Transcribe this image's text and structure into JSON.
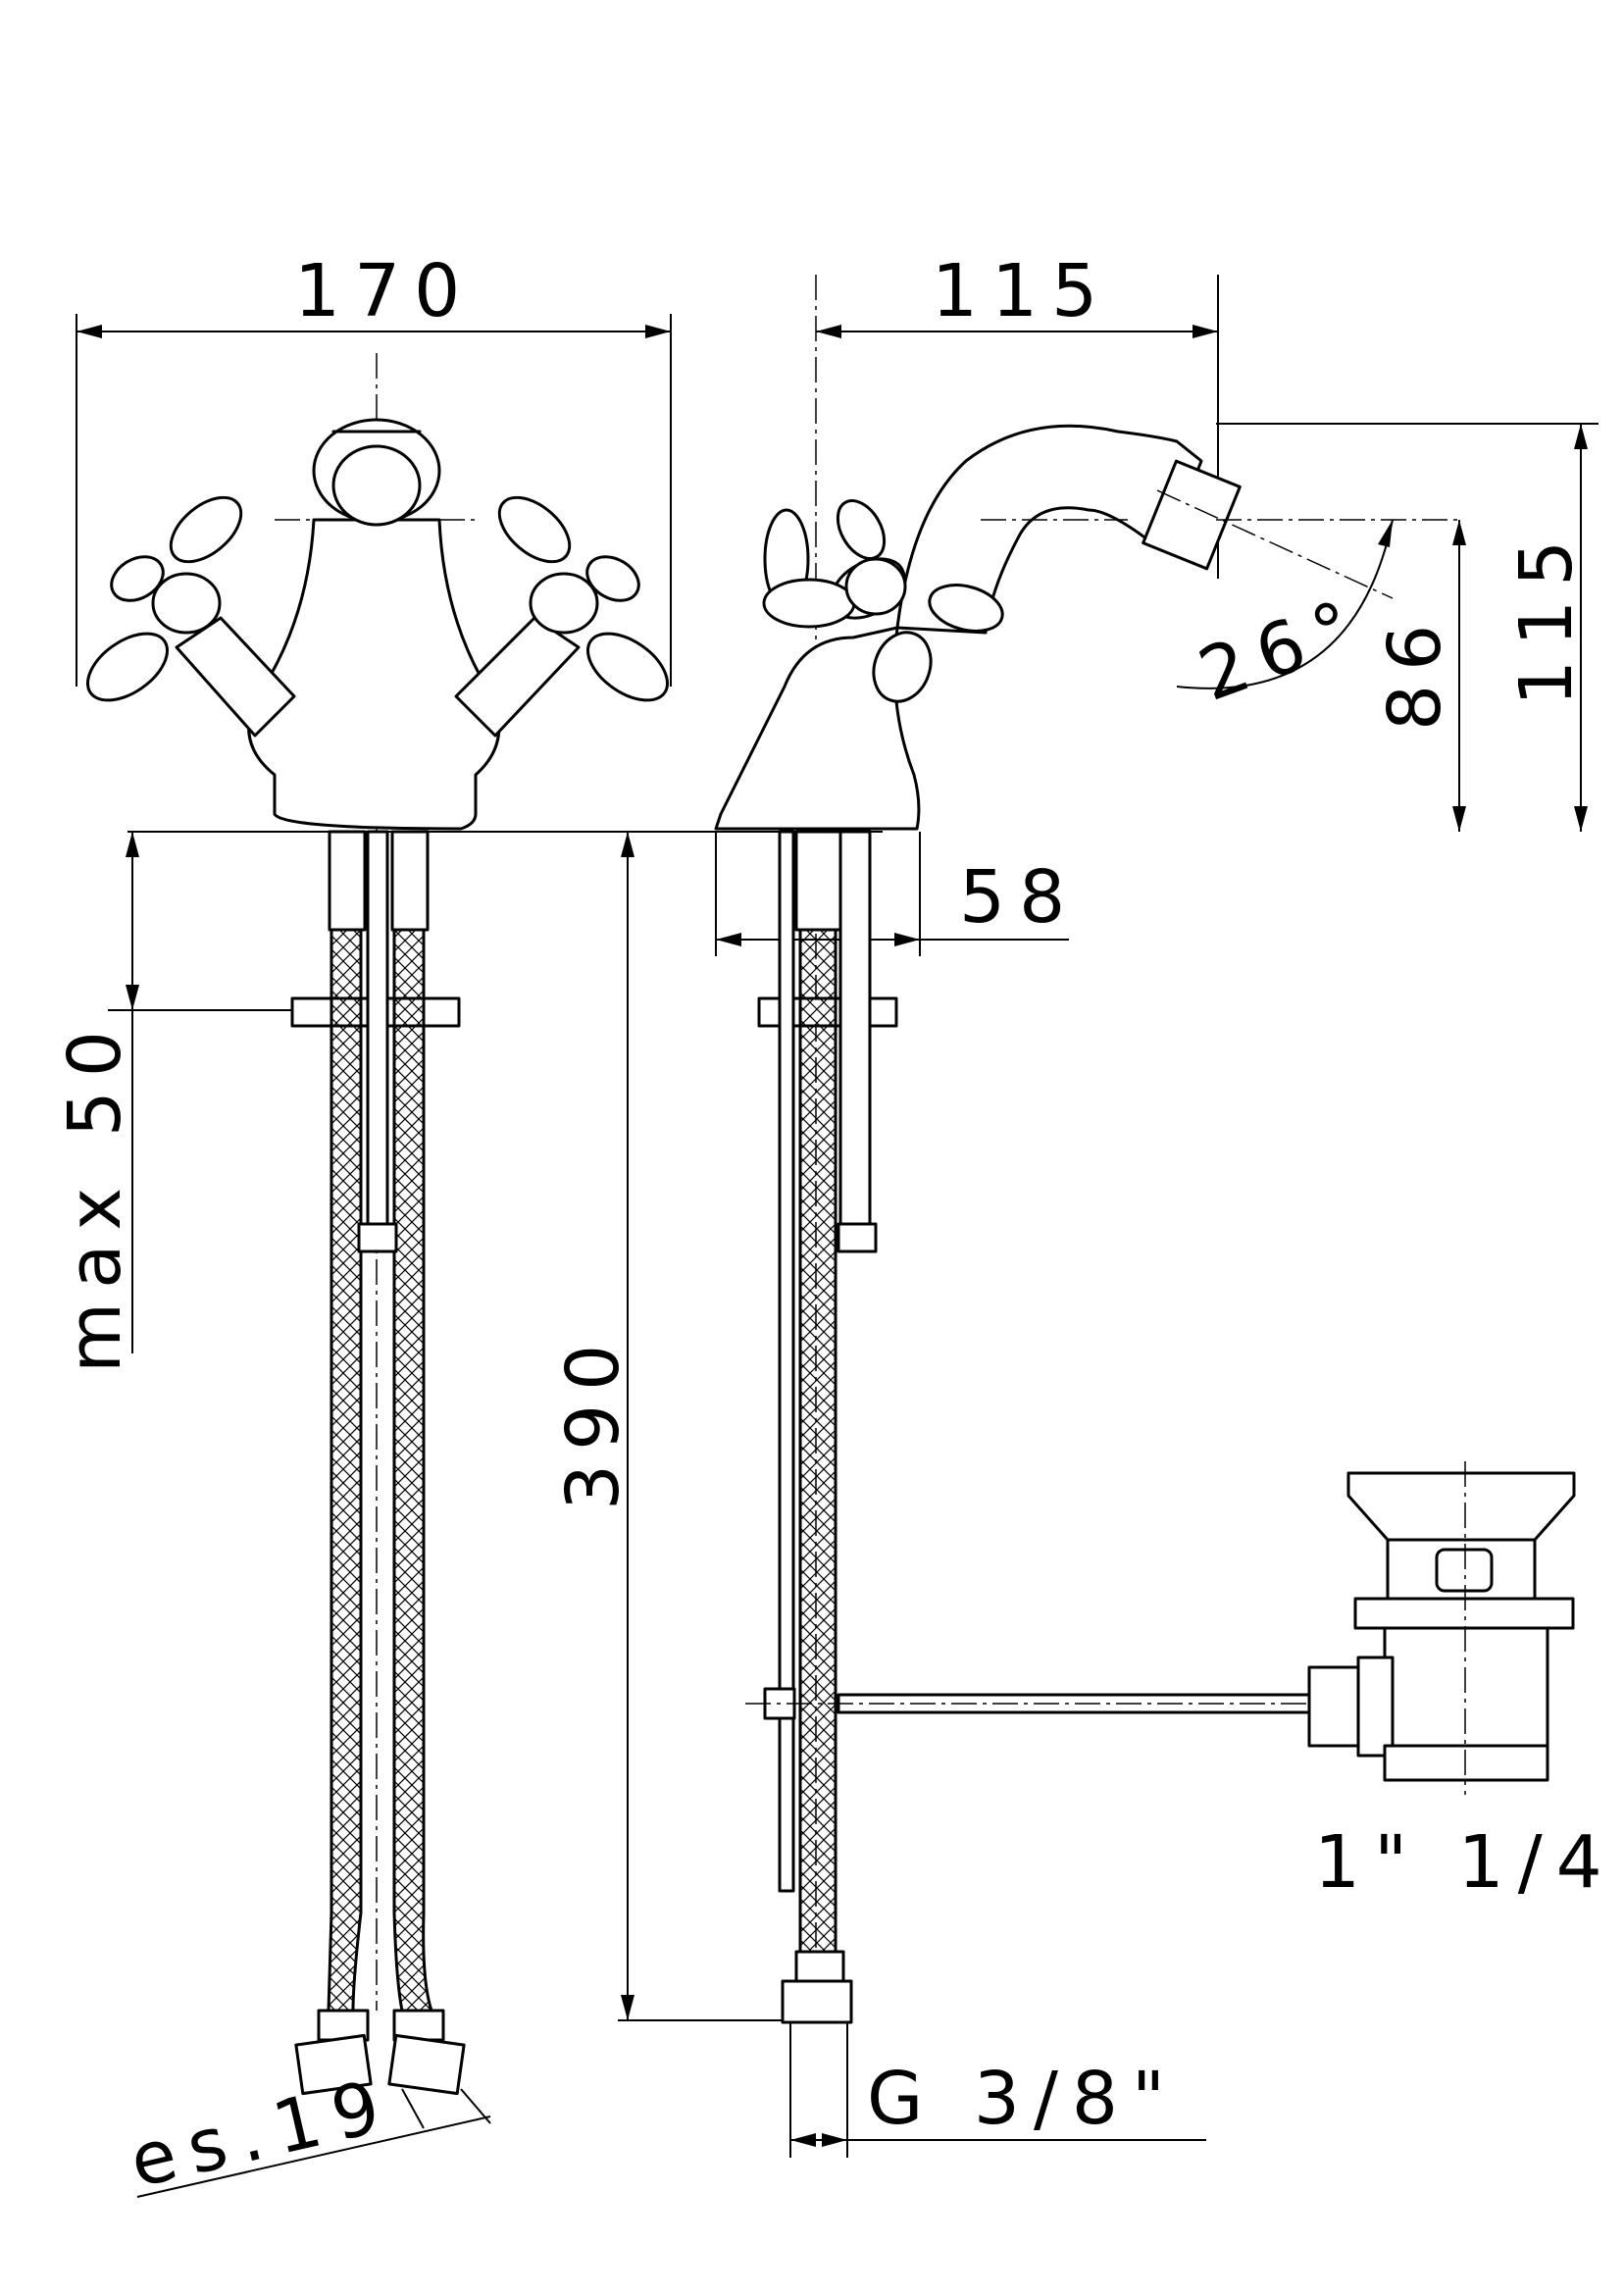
{
  "dimensions": {
    "width_front": "170",
    "depth_side": "115",
    "height": "115",
    "spout_height": "86",
    "spout_angle": "26°",
    "base_diameter": "58",
    "deck_thickness": "max 50",
    "hose_length": "390",
    "hose_connection": "G 3/8\"",
    "hose_spacing": "es.19",
    "waste_size": "1\" 1/4"
  },
  "colors": {
    "ink": "#000000",
    "paper": "#ffffff"
  }
}
